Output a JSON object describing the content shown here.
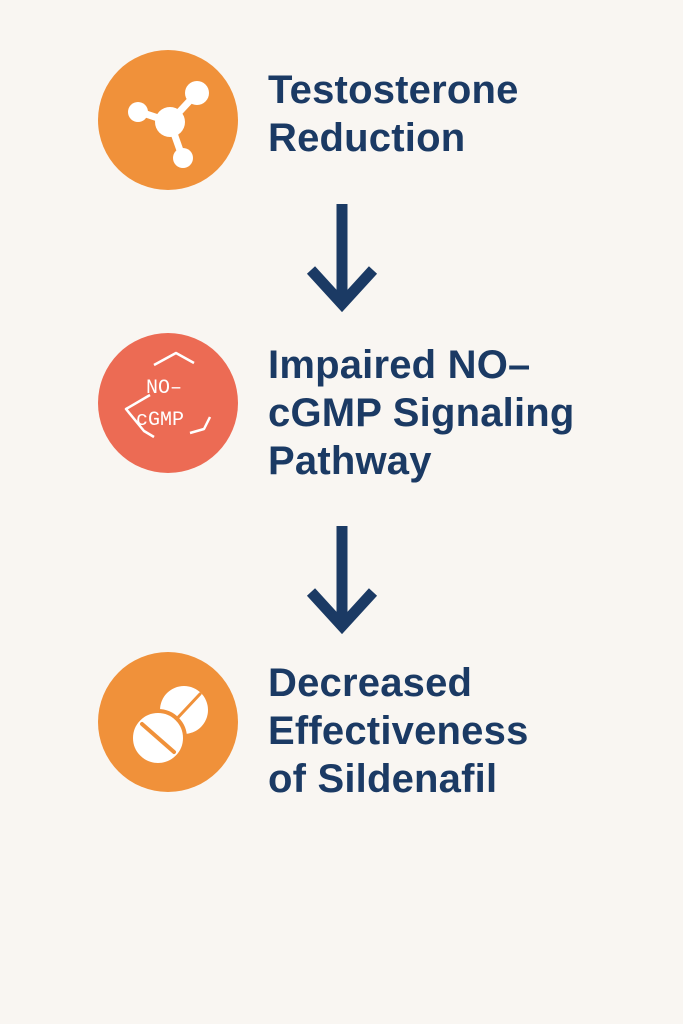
{
  "colors": {
    "background": "#f9f6f2",
    "text": "#1b3a64",
    "orange": "#f0913a",
    "coral": "#ec6b54",
    "arrow": "#1b3a64"
  },
  "steps": [
    {
      "icon": "molecule-icon",
      "color": "#f0913a",
      "lines": [
        "Testosterone",
        "Reduction"
      ]
    },
    {
      "icon": "no-cgmp-hexagon-icon",
      "color": "#ec6b54",
      "icon_text": [
        "NO–",
        "cGMP"
      ],
      "lines": [
        "Impaired NO–",
        "cGMP Signaling",
        "Pathway"
      ]
    },
    {
      "icon": "pills-icon",
      "color": "#f0913a",
      "lines": [
        "Decreased",
        "Effectiveness",
        "of Sildenafil"
      ]
    }
  ]
}
